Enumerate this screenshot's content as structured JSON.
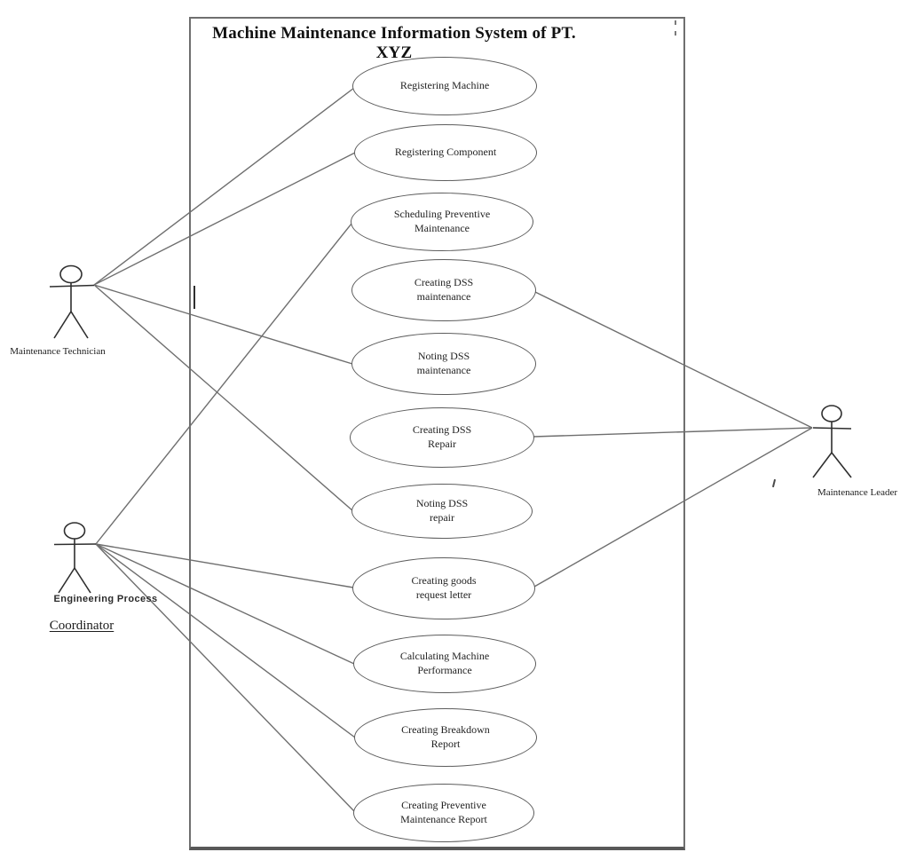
{
  "title": "Machine Maintenance Information System of PT. XYZ",
  "actors": [
    {
      "id": "maintenance-technician",
      "label": "Maintenance Technician"
    },
    {
      "id": "engineering-process-coordinator",
      "label_line1": "Engineering Process",
      "label_line2": "Coordinator"
    },
    {
      "id": "maintenance-leader",
      "label": "Maintenance Leader"
    }
  ],
  "use_cases": [
    {
      "id": "registering-machine",
      "label": "Registering Machine"
    },
    {
      "id": "registering-component",
      "label": "Registering Component"
    },
    {
      "id": "scheduling-preventive-maintenance",
      "label": "Scheduling Preventive\nMaintenance"
    },
    {
      "id": "creating-dss-maintenance",
      "label": "Creating DSS\nmaintenance"
    },
    {
      "id": "noting-dss-maintenance",
      "label": "Noting DSS\nmaintenance"
    },
    {
      "id": "creating-dss-repair",
      "label": "Creating DSS\nRepair"
    },
    {
      "id": "noting-dss-repair",
      "label": "Noting DSS\nrepair"
    },
    {
      "id": "creating-goods-request-letter",
      "label": "Creating goods\nrequest letter"
    },
    {
      "id": "calculating-machine-performance",
      "label": "Calculating Machine\nPerformance"
    },
    {
      "id": "creating-breakdown-report",
      "label": "Creating Breakdown\nReport"
    },
    {
      "id": "creating-preventive-maintenance-report",
      "label": "Creating Preventive\nMaintenance Report"
    }
  ],
  "connections": [
    {
      "from": "maintenance-technician",
      "to": "registering-machine"
    },
    {
      "from": "maintenance-technician",
      "to": "registering-component"
    },
    {
      "from": "maintenance-technician",
      "to": "noting-dss-maintenance"
    },
    {
      "from": "maintenance-technician",
      "to": "noting-dss-repair"
    },
    {
      "from": "engineering-process-coordinator",
      "to": "scheduling-preventive-maintenance"
    },
    {
      "from": "engineering-process-coordinator",
      "to": "creating-goods-request-letter"
    },
    {
      "from": "engineering-process-coordinator",
      "to": "calculating-machine-performance"
    },
    {
      "from": "engineering-process-coordinator",
      "to": "creating-breakdown-report"
    },
    {
      "from": "engineering-process-coordinator",
      "to": "creating-preventive-maintenance-report"
    },
    {
      "from": "maintenance-leader",
      "to": "creating-dss-maintenance"
    },
    {
      "from": "maintenance-leader",
      "to": "creating-dss-repair"
    },
    {
      "from": "maintenance-leader",
      "to": "creating-goods-request-letter"
    }
  ],
  "colors": {
    "association_line": "#6e6e6e",
    "ellipse_stroke": "#5c5c5c",
    "actor_stroke": "#2e2e2e",
    "text": "#222222",
    "background": "#ffffff"
  }
}
